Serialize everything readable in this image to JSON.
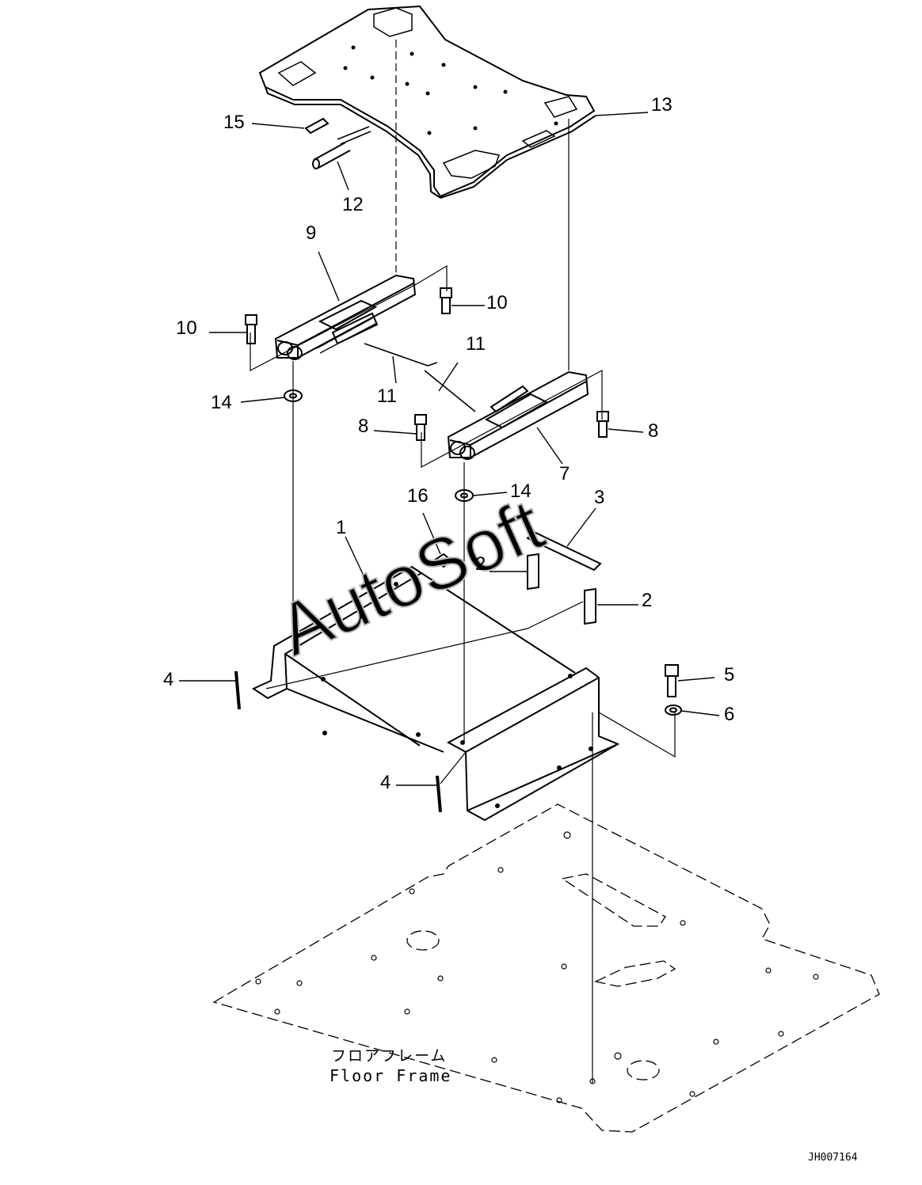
{
  "diagram": {
    "part_labels": [
      {
        "id": "15",
        "text": "15"
      },
      {
        "id": "13",
        "text": "13"
      },
      {
        "id": "12",
        "text": "12"
      },
      {
        "id": "9",
        "text": "9"
      },
      {
        "id": "10a",
        "text": "10"
      },
      {
        "id": "10b",
        "text": "10"
      },
      {
        "id": "11a",
        "text": "11"
      },
      {
        "id": "11b",
        "text": "11"
      },
      {
        "id": "14a",
        "text": "14"
      },
      {
        "id": "8a",
        "text": "8"
      },
      {
        "id": "8b",
        "text": "8"
      },
      {
        "id": "7",
        "text": "7"
      },
      {
        "id": "14b",
        "text": "14"
      },
      {
        "id": "16",
        "text": "16"
      },
      {
        "id": "3",
        "text": "3"
      },
      {
        "id": "1",
        "text": "1"
      },
      {
        "id": "2a",
        "text": "2"
      },
      {
        "id": "2b",
        "text": "2"
      },
      {
        "id": "4a",
        "text": "4"
      },
      {
        "id": "5",
        "text": "5"
      },
      {
        "id": "6",
        "text": "6"
      },
      {
        "id": "4b",
        "text": "4"
      }
    ],
    "floor_frame_label_jp": "フロアフレーム",
    "floor_frame_label_en": "Floor Frame",
    "drawing_number": "JH007164",
    "watermark": "AutoSoft"
  }
}
